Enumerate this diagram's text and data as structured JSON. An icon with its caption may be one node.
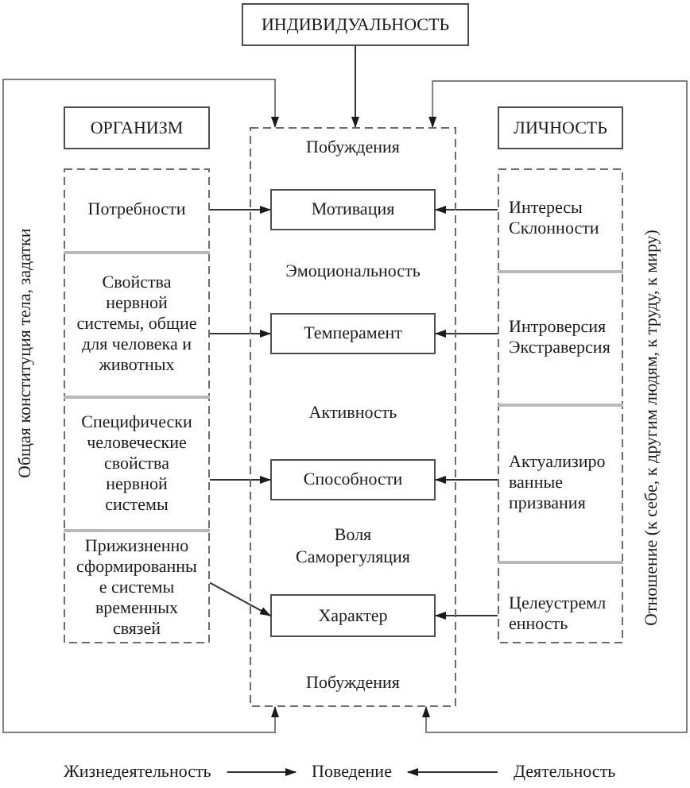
{
  "diagram": {
    "nodes": [
      {
        "text": [
          "ИНДИВИДУАЛЬНОСТЬ"
        ]
      },
      {
        "text": [
          "Общая конституция тела, задатки"
        ]
      },
      {
        "text": [
          "ОРГАНИЗМ"
        ]
      },
      {
        "text": [],
        "shape": "box"
      },
      {
        "text": [
          "Потребности"
        ],
        "in": 3
      },
      {
        "text": [
          "Свойства нервной системы, общие для человека и животных"
        ],
        "in": 3
      },
      {
        "text": [
          "Специфически человеческие свойства нервной системы"
        ],
        "in": 3
      },
      {
        "text": [
          "Прижизненно сформированны е системы временных связей"
        ],
        "in": 3
      },
      {
        "text": [
          "Побуждения",
          "Эмоциональность",
          "Активность",
          "Воля Саморегуляция",
          "Побуждения"
        ]
      },
      {
        "text": [
          "Мотивация"
        ],
        "in": 8
      },
      {
        "text": [
          "Темперамент"
        ],
        "in": 8
      },
      {
        "text": [
          "Способности"
        ],
        "in": 8
      },
      {
        "text": [
          "Характер"
        ],
        "in": 8
      },
      {
        "text": [
          "ЛИЧНОСТЬ"
        ]
      },
      {
        "text": [],
        "shape": "box"
      },
      {
        "text": [
          "Интересы Склонности"
        ],
        "in": 14
      },
      {
        "text": [
          "Интроверсия Экстраверсия"
        ],
        "in": 14
      },
      {
        "text": [
          "Актуализиро ванные призвания"
        ],
        "in": 14
      },
      {
        "text": [
          "Целеустремл енность"
        ],
        "in": 14
      },
      {
        "text": [
          "Отношение (к себе, к другим людям, к труду, к миру)"
        ]
      },
      {
        "text": [
          "Жизнедеятельность"
        ]
      },
      {
        "text": [
          "Поведение"
        ]
      },
      {
        "text": [
          "Деятельность"
        ]
      }
    ],
    "edges": [
      {
        "from": 0,
        "to": 8,
        "arrow": "to"
      },
      {
        "from": 1,
        "to": 8,
        "arrow": "to",
        "color": "#808080"
      },
      {
        "from": 1,
        "to": 8,
        "arrow": "to",
        "color": "#808080"
      },
      {
        "from": 19,
        "to": 8,
        "arrow": "to",
        "color": "#808080"
      },
      {
        "from": 19,
        "to": 8,
        "arrow": "to",
        "color": "#808080"
      },
      {
        "from": 4,
        "to": 9,
        "arrow": "to"
      },
      {
        "from": 5,
        "to": 10,
        "arrow": "to"
      },
      {
        "from": 6,
        "to": 11,
        "arrow": "to"
      },
      {
        "from": 7,
        "to": 12,
        "arrow": "to"
      },
      {
        "from": 15,
        "to": 9,
        "arrow": "to"
      },
      {
        "from": 16,
        "to": 10,
        "arrow": "to"
      },
      {
        "from": 17,
        "to": 11,
        "arrow": "to"
      },
      {
        "from": 18,
        "to": 12,
        "arrow": "to"
      },
      {
        "from": 20,
        "to": 21,
        "arrow": "to"
      },
      {
        "from": 22,
        "to": 21,
        "arrow": "to"
      }
    ]
  }
}
